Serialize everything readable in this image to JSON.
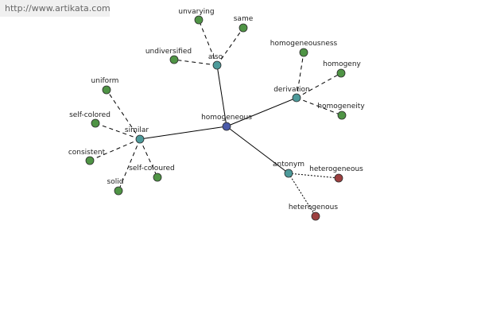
{
  "site": {
    "url": "http://www.artikata.com"
  },
  "graph": {
    "center": "homogeneous",
    "colors": {
      "center": "#4a5aa8",
      "relation": "#4d9a9a",
      "synonym": "#4f9445",
      "antonym": "#9c3f3f",
      "edge": "#000000"
    },
    "nodes": [
      {
        "id": "homogeneous",
        "label": "homogeneous",
        "kind": "center"
      },
      {
        "id": "also",
        "label": "also",
        "kind": "relation"
      },
      {
        "id": "derivation",
        "label": "derivation",
        "kind": "relation"
      },
      {
        "id": "similar",
        "label": "similar",
        "kind": "relation"
      },
      {
        "id": "antonym",
        "label": "antonym",
        "kind": "relation"
      },
      {
        "id": "unvarying",
        "label": "unvarying",
        "kind": "synonym"
      },
      {
        "id": "same",
        "label": "same",
        "kind": "synonym"
      },
      {
        "id": "undiversified",
        "label": "undiversified",
        "kind": "synonym"
      },
      {
        "id": "homogeneousness",
        "label": "homogeneousness",
        "kind": "synonym"
      },
      {
        "id": "homogeny",
        "label": "homogeny",
        "kind": "synonym"
      },
      {
        "id": "homogeneity",
        "label": "homogeneity",
        "kind": "synonym"
      },
      {
        "id": "uniform",
        "label": "uniform",
        "kind": "synonym"
      },
      {
        "id": "self-colored",
        "label": "self-colored",
        "kind": "synonym"
      },
      {
        "id": "consistent",
        "label": "consistent",
        "kind": "synonym"
      },
      {
        "id": "solid",
        "label": "solid",
        "kind": "synonym"
      },
      {
        "id": "self-coloured",
        "label": "self-coloured",
        "kind": "synonym"
      },
      {
        "id": "heterogeneous",
        "label": "heterogeneous",
        "kind": "antonym"
      },
      {
        "id": "heterogenous",
        "label": "heterogenous",
        "kind": "antonym"
      }
    ],
    "edges": [
      {
        "from": "homogeneous",
        "to": "also",
        "style": "solid"
      },
      {
        "from": "homogeneous",
        "to": "derivation",
        "style": "solid"
      },
      {
        "from": "homogeneous",
        "to": "similar",
        "style": "solid"
      },
      {
        "from": "homogeneous",
        "to": "antonym",
        "style": "solid"
      },
      {
        "from": "also",
        "to": "unvarying",
        "style": "dashed"
      },
      {
        "from": "also",
        "to": "same",
        "style": "dashed"
      },
      {
        "from": "also",
        "to": "undiversified",
        "style": "dashed"
      },
      {
        "from": "derivation",
        "to": "homogeneousness",
        "style": "dashed"
      },
      {
        "from": "derivation",
        "to": "homogeny",
        "style": "dashed"
      },
      {
        "from": "derivation",
        "to": "homogeneity",
        "style": "dashed"
      },
      {
        "from": "similar",
        "to": "uniform",
        "style": "dashed"
      },
      {
        "from": "similar",
        "to": "self-colored",
        "style": "dashed"
      },
      {
        "from": "similar",
        "to": "consistent",
        "style": "dashed"
      },
      {
        "from": "similar",
        "to": "solid",
        "style": "dashed"
      },
      {
        "from": "similar",
        "to": "self-coloured",
        "style": "dashed"
      },
      {
        "from": "antonym",
        "to": "heterogeneous",
        "style": "dotted"
      },
      {
        "from": "antonym",
        "to": "heterogenous",
        "style": "dotted"
      }
    ]
  }
}
